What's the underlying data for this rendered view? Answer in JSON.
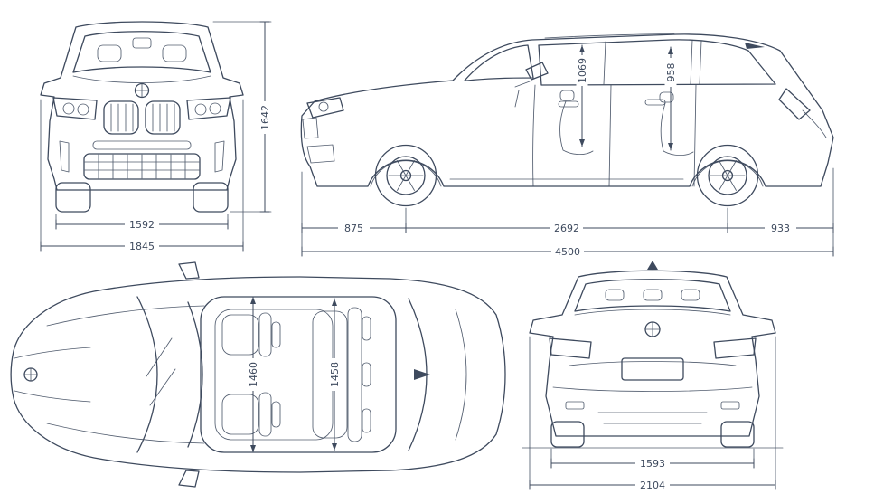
{
  "theme": {
    "line": "#3e4a5e",
    "bg": "#ffffff"
  },
  "views": {
    "front": {
      "dims": {
        "track_width": "1592",
        "overall_width": "1845",
        "overall_height": "1642"
      }
    },
    "side": {
      "dims": {
        "front_interior_height": "1069",
        "rear_interior_height": "958",
        "front_overhang": "875",
        "wheelbase": "2692",
        "rear_overhang": "933",
        "overall_length": "4500"
      }
    },
    "top": {
      "dims": {
        "front_interior_width": "1460",
        "rear_interior_width": "1458"
      }
    },
    "rear": {
      "dims": {
        "rear_track": "1593",
        "overall_width_mirrors": "2104"
      }
    }
  }
}
